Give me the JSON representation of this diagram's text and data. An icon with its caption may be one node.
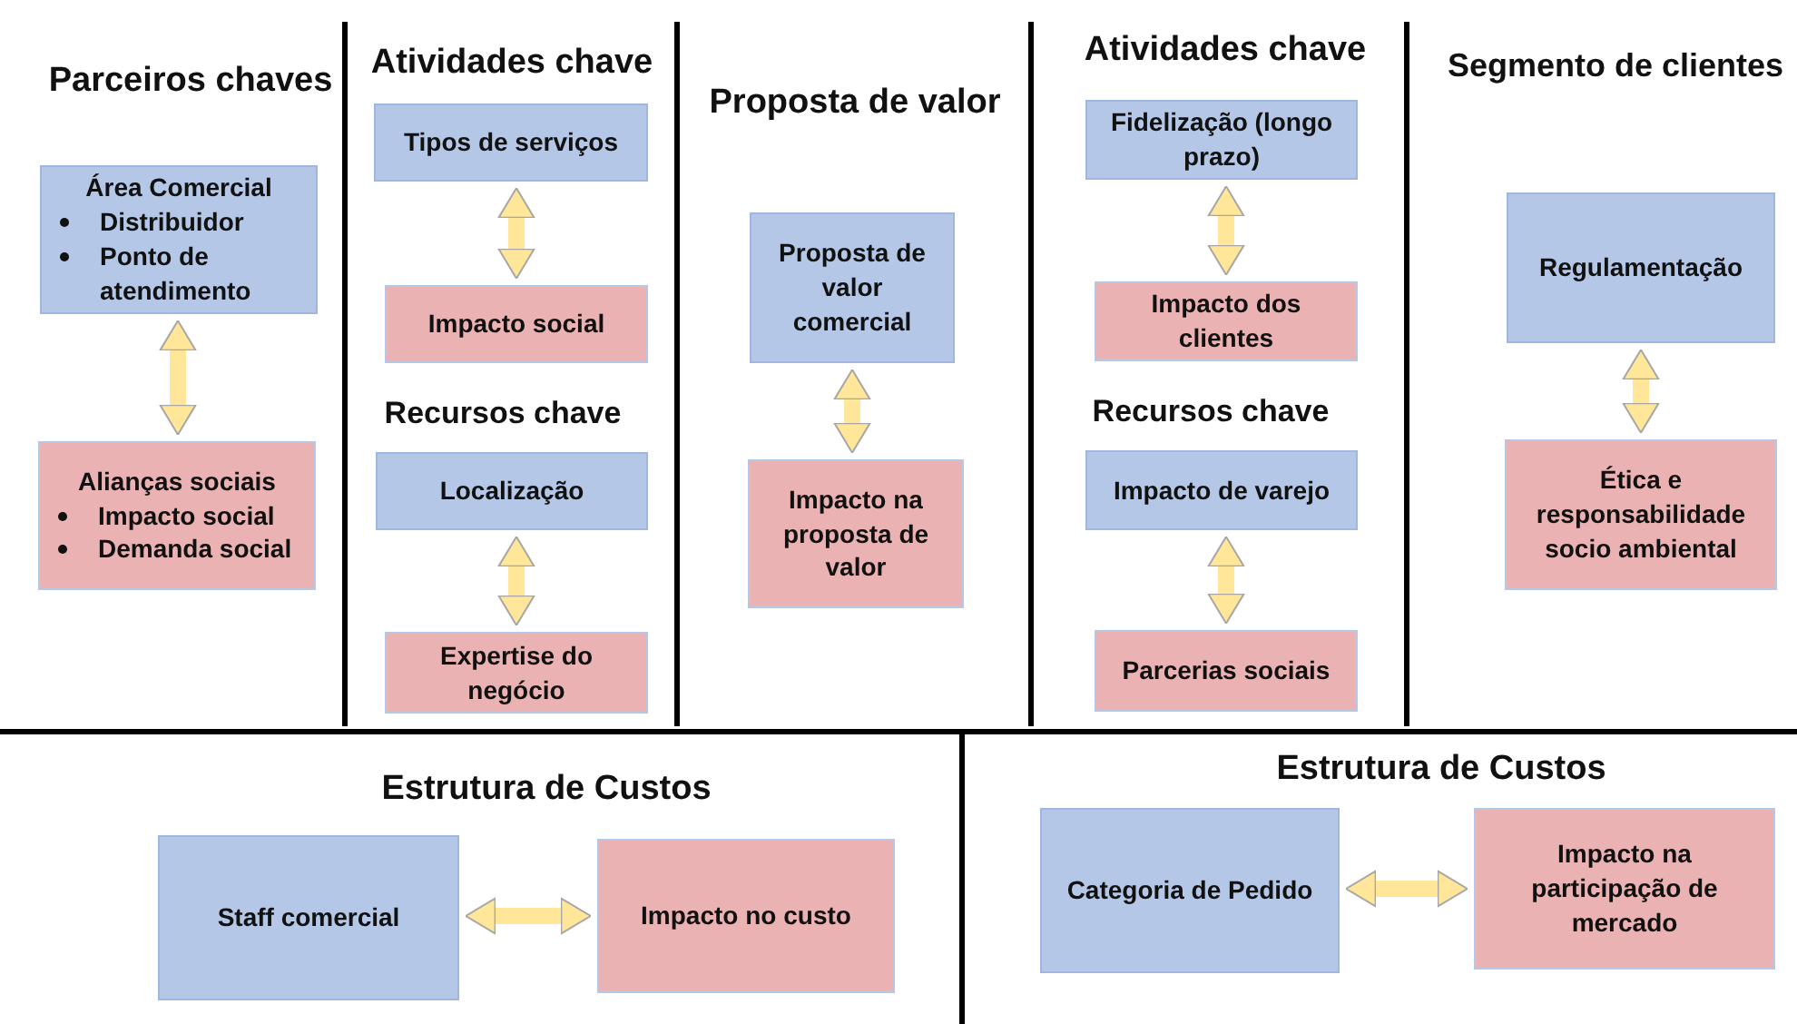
{
  "diagram": {
    "nodes": [
      {
        "text": [
          "Área Comercial",
          "Distribuidor",
          "Ponto de atendimento"
        ]
      },
      {
        "text": [
          "Alianças sociais",
          "Impacto social",
          "Demanda social"
        ]
      },
      {
        "text": [
          "Tipos de serviços"
        ]
      },
      {
        "text": [
          "Impacto social"
        ]
      },
      {
        "text": [
          "Localização"
        ]
      },
      {
        "text": [
          "Expertise do negócio"
        ]
      },
      {
        "text": [
          "Proposta de valor comercial"
        ]
      },
      {
        "text": [
          "Impacto na proposta de valor"
        ]
      },
      {
        "text": [
          "Fidelização (longo prazo)"
        ]
      },
      {
        "text": [
          "Impacto dos clientes"
        ]
      },
      {
        "text": [
          "Impacto de varejo"
        ]
      },
      {
        "text": [
          "Parcerias sociais"
        ]
      },
      {
        "text": [
          "Regulamentação"
        ]
      },
      {
        "text": [
          "Ética e responsabilidade socio ambiental"
        ]
      },
      {
        "text": [
          "Staff comercial"
        ]
      },
      {
        "text": [
          "Impacto no custo"
        ]
      },
      {
        "text": [
          "Categoria de Pedido"
        ]
      },
      {
        "text": [
          "Impacto na participação de mercado"
        ]
      }
    ],
    "edges": [
      {
        "from": 0,
        "to": 1,
        "arrow": "both"
      },
      {
        "from": 2,
        "to": 3,
        "arrow": "both"
      },
      {
        "from": 4,
        "to": 5,
        "arrow": "both"
      },
      {
        "from": 6,
        "to": 7,
        "arrow": "both"
      },
      {
        "from": 8,
        "to": 9,
        "arrow": "both"
      },
      {
        "from": 10,
        "to": 11,
        "arrow": "both"
      },
      {
        "from": 12,
        "to": 13,
        "arrow": "both"
      },
      {
        "from": 14,
        "to": 15,
        "arrow": "both"
      },
      {
        "from": 16,
        "to": 17,
        "arrow": "both"
      }
    ],
    "labels": [
      "Parceiros chaves",
      "Atividades chave",
      "Proposta de valor",
      "Atividades chave",
      "Segmento de clientes",
      "Recursos chave",
      "Recursos chave",
      "Estrutura de Custos",
      "Estrutura de Custos"
    ]
  }
}
